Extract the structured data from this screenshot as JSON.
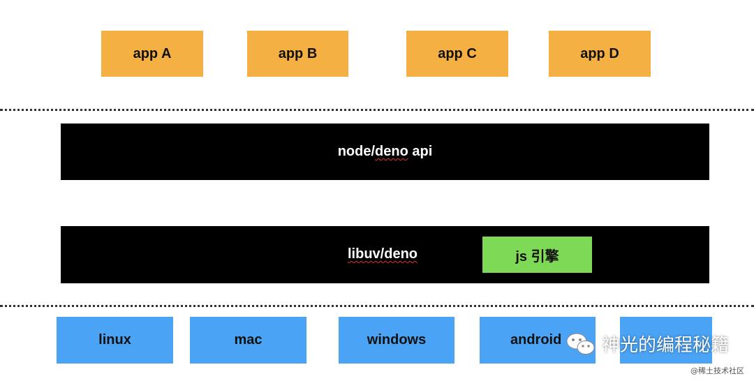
{
  "apps": [
    "app A",
    "app B",
    "app C",
    "app D"
  ],
  "api_layer": {
    "prefix": "node/",
    "underlined": "deno",
    "suffix": " api"
  },
  "runtime_layer": {
    "underlined": "libuv/deno"
  },
  "engine": {
    "label": "js 引擎"
  },
  "platforms": [
    "linux",
    "mac",
    "windows",
    "android",
    ""
  ],
  "colors": {
    "app": "#f4b042",
    "layer": "#000000",
    "engine": "#7ed957",
    "platform": "#4aa3f5"
  },
  "watermark": {
    "text": "神光的编程秘籍",
    "icon": "wechat-icon"
  },
  "credit": "@稀土技术社区"
}
